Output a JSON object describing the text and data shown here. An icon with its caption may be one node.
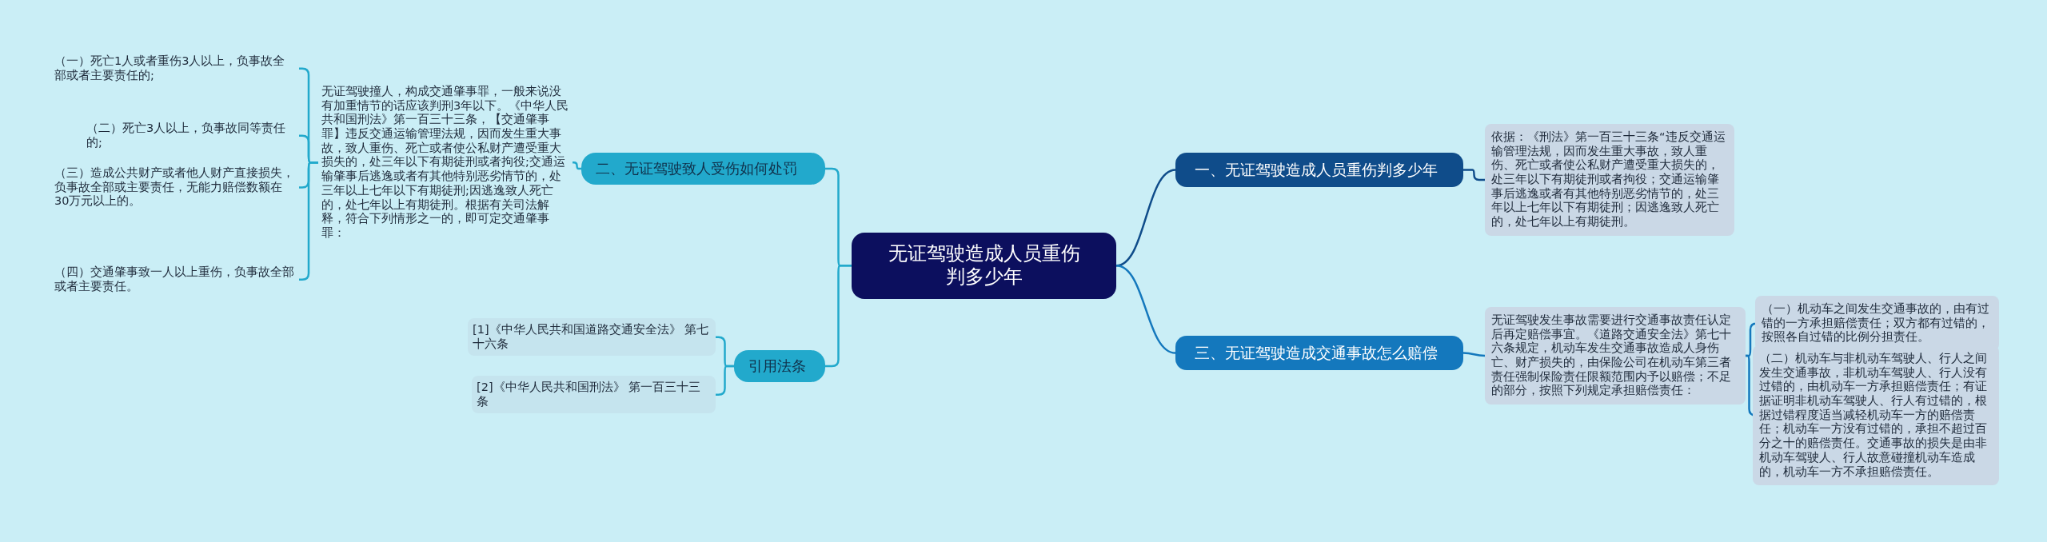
{
  "diagram": {
    "nodes": [
      {
        "text": [
          "无证驾驶造成人员重伤判多少年"
        ]
      },
      {
        "text": [
          "一、无证驾驶造成人员重伤判多少年"
        ]
      },
      {
        "text": [
          "依据：《刑法》第一百三十三条“违反交通运输管理法规，因而发生重大事故，致人重伤、死亡或者使公私财产遭受重大损失的，处三年以下有期徒刑或者拘役；交通运输肇事后逃逸或者有其他特别恶劣情节的，处三年以上七年以下有期徒刑；因逃逸致人死亡的，处七年以上有期徒刑。"
        ]
      },
      {
        "text": [
          "三、无证驾驶造成交通事故怎么赔偿"
        ]
      },
      {
        "text": [
          "无证驾驶发生事故需要进行交通事故责任认定后再定赔偿事宜。《道路交通安全法》第七十六条规定，机动车发生交通事故造成人身伤亡、财产损失的，由保险公司在机动车第三者责任强制保险责任限额范围内予以赔偿；不足的部分，按照下列规定承担赔偿责任："
        ]
      },
      {
        "text": [
          "（一）机动车之间发生交通事故的，由有过错的一方承担赔偿责任；双方都有过错的，按照各自过错的比例分担责任。"
        ]
      },
      {
        "text": [
          "（二）机动车与非机动车驾驶人、行人之间发生交通事故，非机动车驾驶人、行人没有过错的，由机动车一方承担赔偿责任；有证据证明非机动车驾驶人、行人有过错的，根据过错程度适当减轻机动车一方的赔偿责任；机动车一方没有过错的，承担不超过百分之十的赔偿责任。交通事故的损失是由非机动车驾驶人、行人故意碰撞机动车造成的，机动车一方不承担赔偿责任。"
        ]
      },
      {
        "text": [
          "二、无证驾驶致人受伤如何处罚"
        ]
      },
      {
        "text": [
          "无证驾驶撞人，构成交通肇事罪，一般来说没有加重情节的话应该判刑3年以下。《中华人民共和国刑法》第一百三十三条，【交通肇事罪】违反交通运输管理法规，因而发生重大事故，致人重伤、死亡或者使公私财产遭受重大损失的，处三年以下有期徒刑或者拘役;交通运输肇事后逃逸或者有其他特别恶劣情节的，处三年以上七年以下有期徒刑;因逃逸致人死亡的，处七年以上有期徒刑。根据有关司法解释，符合下列情形之一的，即可定交通肇事罪："
        ]
      },
      {
        "text": [
          "（一）死亡1人或者重伤3人以上，负事故全部或者主要责任的;"
        ]
      },
      {
        "text": [
          "（二）死亡3人以上，负事故同等责任的;"
        ]
      },
      {
        "text": [
          "（三）造成公共财产或者他人财产直接损失，负事故全部或主要责任，无能力赔偿数额在30万元以上的。"
        ]
      },
      {
        "text": [
          "（四）交通肇事致一人以上重伤，负事故全部或者主要责任。"
        ]
      },
      {
        "text": [
          "引用法条"
        ]
      },
      {
        "text": [
          "[1]《中华人民共和国道路交通安全法》 第七十六条"
        ]
      },
      {
        "text": [
          "[2]《中华人民共和国刑法》 第一百三十三条"
        ]
      }
    ],
    "edges": [
      {
        "from": 0,
        "to": 1,
        "arrow": "none",
        "color": "#0f4c8a"
      },
      {
        "from": 1,
        "to": 2,
        "arrow": "none",
        "color": "#0f4c8a"
      },
      {
        "from": 0,
        "to": 3,
        "arrow": "none",
        "color": "#1478bd"
      },
      {
        "from": 3,
        "to": 4,
        "arrow": "none",
        "color": "#1478bd"
      },
      {
        "from": 4,
        "to": 5,
        "arrow": "none",
        "color": "#1478bd"
      },
      {
        "from": 4,
        "to": 6,
        "arrow": "none",
        "color": "#1478bd"
      },
      {
        "from": 0,
        "to": 7,
        "arrow": "none",
        "color": "#22a9cc"
      },
      {
        "from": 7,
        "to": 8,
        "arrow": "none",
        "color": "#22a9cc"
      },
      {
        "from": 8,
        "to": 9,
        "arrow": "none",
        "color": "#22a9cc"
      },
      {
        "from": 8,
        "to": 10,
        "arrow": "none",
        "color": "#22a9cc"
      },
      {
        "from": 8,
        "to": 11,
        "arrow": "none",
        "color": "#22a9cc"
      },
      {
        "from": 8,
        "to": 12,
        "arrow": "none",
        "color": "#22a9cc"
      },
      {
        "from": 0,
        "to": 13,
        "arrow": "none",
        "color": "#22a9cc"
      },
      {
        "from": 13,
        "to": 14,
        "arrow": "none",
        "color": "#22a9cc"
      },
      {
        "from": 13,
        "to": 15,
        "arrow": "none",
        "color": "#22a9cc"
      }
    ]
  }
}
